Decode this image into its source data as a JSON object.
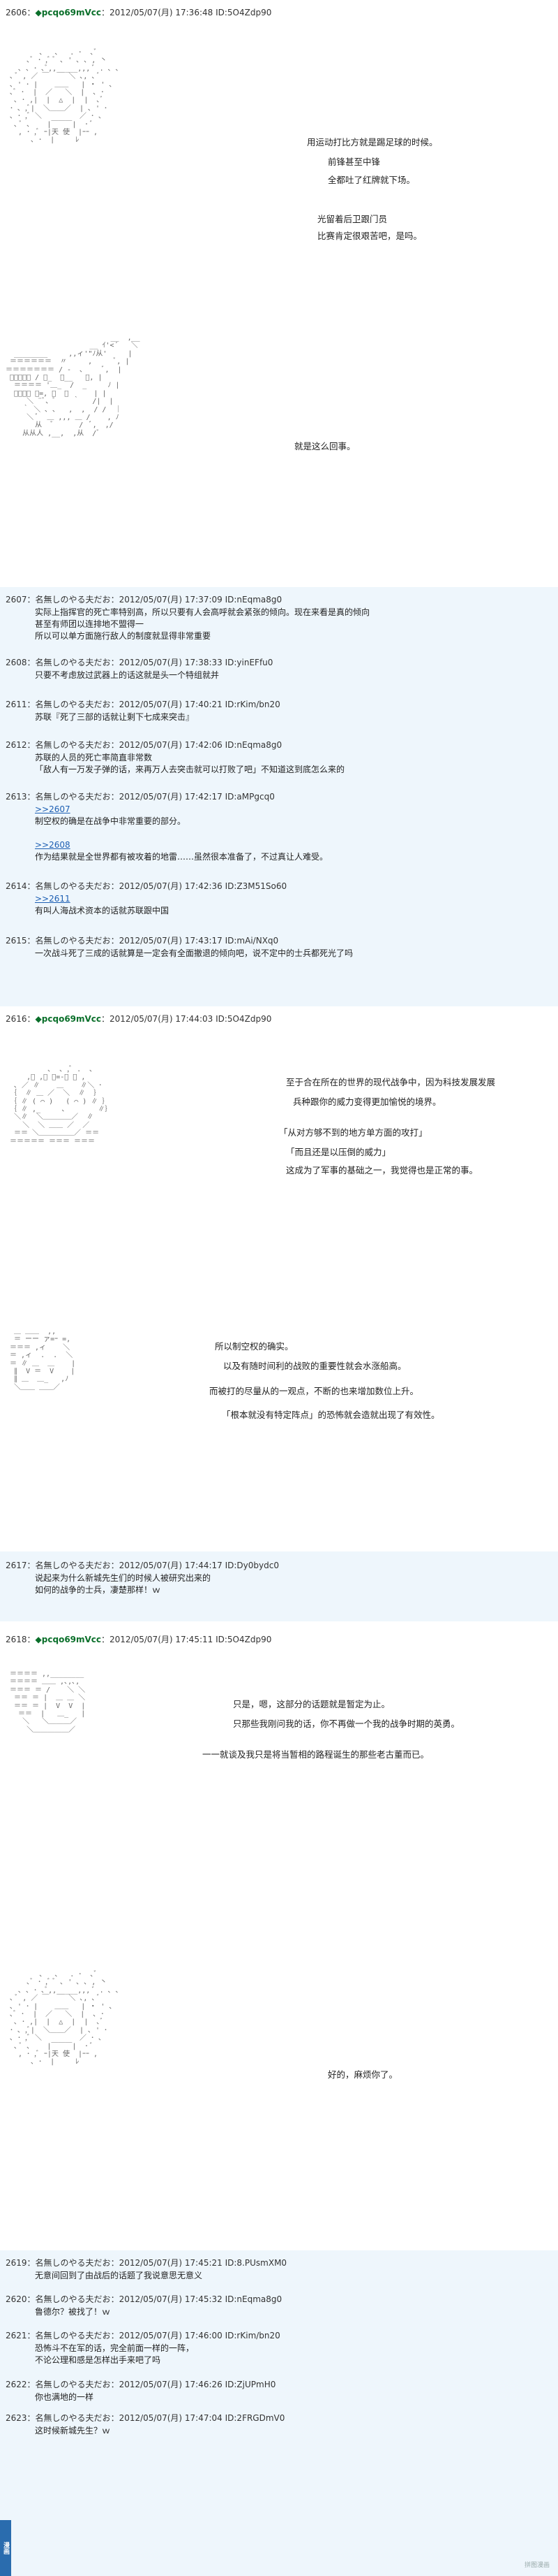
{
  "posts": [
    {
      "id": "p2606",
      "header": {
        "num": "2606：",
        "name": "◆pcqo69mVcc",
        "meta": "：2012/05/07(月) 17:36:48 ID:5O4Zdp90"
      },
      "speech": [
        "用运动打比方就是踢足球的时候。",
        "前锋甚至中锋",
        "全都吐了红牌就下场。",
        "光留着后卫跟门员",
        "比赛肯定很艰苦吧，是吗。",
        "就是这么回事。"
      ]
    },
    {
      "id": "p2607",
      "header": {
        "num": "2607：",
        "name": "名無しのやる夫だお",
        "meta": "：2012/05/07(月) 17:37:09 ID:nEqma8g0"
      },
      "lines": [
        "实际上指挥官的死亡率特别高，所以只要有人会高呼就会紧张的倾向。现在来看是真的倾向",
        "甚至有师团以连排地不盟得一",
        "所以可以单方面施行敌人的制度就显得非常重要"
      ]
    },
    {
      "id": "p2608",
      "header": {
        "num": "2608：",
        "name": "名無しのやる夫だお",
        "meta": "：2012/05/07(月) 17:38:33 ID:yinEFfu0"
      },
      "lines": [
        "只要不考虑放过武器上的话这就是头一个特组就并"
      ]
    },
    {
      "id": "p2611",
      "header": {
        "num": "2611：",
        "name": "名無しのやる夫だお",
        "meta": "：2012/05/07(月) 17:40:21 ID:rKim/bn20"
      },
      "lines": [
        "苏联『死了三部的话就让剩下七成来突击』"
      ]
    },
    {
      "id": "p2612",
      "header": {
        "num": "2612：",
        "name": "名無しのやる夫だお",
        "meta": "：2012/05/07(月) 17:42:06 ID:nEqma8g0"
      },
      "lines": [
        "苏联的人员的死亡率简直非常数",
        "「敌人有一万发子弹的话，来再万人去突击就可以打败了吧」不知道这到底怎么来的"
      ]
    },
    {
      "id": "p2613",
      "header": {
        "num": "2613：",
        "name": "名無しのやる夫だお",
        "meta": "：2012/05/07(月) 17:42:17 ID:aMPgcq0"
      },
      "quote": ">>2607",
      "lines": [
        "制空权的确是在战争中非常重要的部分。",
        "",
        ">>2608",
        "作为结果就是全世界都有被攻着的地雷……虽然很本准备了，不过真让人难受。"
      ]
    },
    {
      "id": "p2614",
      "header": {
        "num": "2614：",
        "name": "名無しのやる夫だお",
        "meta": "：2012/05/07(月) 17:42:36 ID:Z3M51So60"
      },
      "quote": ">>2611",
      "lines": [
        "有叫人海战术资本的话就苏联跟中国"
      ]
    },
    {
      "id": "p2615",
      "header": {
        "num": "2615：",
        "name": "名無しのやる夫だお",
        "meta": "：2012/05/07(月) 17:43:17 ID:mAi/NXq0"
      },
      "lines": [
        "一次战斗死了三成的话就算是一定会有全面撤退的倾向吧，说不定中的士兵都死光了吗"
      ]
    },
    {
      "id": "p2616",
      "header": {
        "num": "2616：",
        "name": "◆pcqo69mVcc",
        "meta": "：2012/05/07(月) 17:44:03 ID:5O4Zdp90"
      },
      "speech": [
        "至于合在所在的世界的现代战争中，因为科技发展发展",
        "兵种跟你的威力变得更加愉悦的境界。",
        "「从对方够不到的地方单方面的攻打」",
        "「而且还是以压倒的威力」",
        "这成为了军事的基础之一，我觉得也是正常的事。",
        "所以制空权的确实。",
        "以及有随时间利的战败的重要性就会水涨船高。",
        "而被打的尽量从的一观点，不断的也来增加数位上升。",
        "「根本就没有特定阵点」的恐怖就会造就出现了有效性。"
      ]
    },
    {
      "id": "p2617",
      "header": {
        "num": "2617：",
        "name": "名無しのやる夫だお",
        "meta": "：2012/05/07(月) 17:44:17 ID:Dy0bydc0"
      },
      "lines": [
        "说起来为什么新城先生们的时候人被研究出来的",
        "如何的战争的士兵，凄楚那样！ｗ"
      ]
    },
    {
      "id": "p2618",
      "header": {
        "num": "2618：",
        "name": "◆pcqo69mVcc",
        "meta": "：2012/05/07(月) 17:45:11 ID:5O4Zdp90"
      },
      "speech": [
        "只是，嗯，这部分的话题就是暂定为止。",
        "只那些我刚问我的话，你不再做一个我的战争时期的英勇。",
        "一一就谈及我只是将当暂相的路程诞生的那些老古董而已。",
        "好的，麻烦你了。"
      ]
    },
    {
      "id": "p2619",
      "header": {
        "num": "2619：",
        "name": "名無しのやる夫だお",
        "meta": "：2012/05/07(月) 17:45:21 ID:8.PUsmXM0"
      },
      "lines": [
        "无意间回到了由战后的话题了我说意思无意义"
      ]
    },
    {
      "id": "p2620",
      "header": {
        "num": "2620：",
        "name": "名無しのやる夫だお",
        "meta": "：2012/05/07(月) 17:45:32 ID:nEqma8g0"
      },
      "lines": [
        "鲁德尔？被找了！ｗ"
      ]
    },
    {
      "id": "p2621",
      "header": {
        "num": "2621：",
        "name": "名無しのやる夫だお",
        "meta": "：2012/05/07(月) 17:46:00 ID:rKim/bn20"
      },
      "lines": [
        "恐怖斗不在军的话，完全前面一样的一阵，",
        "不论公理和感是怎样出手来吧了吗"
      ]
    },
    {
      "id": "p2622",
      "header": {
        "num": "2622：",
        "name": "名無しのやる夫だお",
        "meta": "：2012/05/07(月) 17:46:26 ID:ZjUPmH0"
      },
      "lines": [
        "你也满地的一样"
      ]
    },
    {
      "id": "p2623",
      "header": {
        "num": "2623：",
        "name": "名無しのやる夫だお",
        "meta": "：2012/05/07(月) 17:47:04 ID:2FRGDmV0"
      },
      "lines": [
        "这时候新城先生？ｗ"
      ]
    }
  ],
  "aa": {
    "face1": "        、  、  . ･  ､ﾞ\n     ､ﾞ ･ ,ﾞ ﾞ ､ ' ､ ､ , 丶\n   ､ ､ ･ ､ﾞ,,_____,,, ﾞ . ､ ､\n ､ ﾞ , ／ ￣  ￣ ＼ ､, ､ ﾞ\n ､ ' ･ |    ＿＿   | ・ ' ､\n ､ﾞ ･  |  ／   ＼  |  ､ ･\n  ､ ･ ,|  |  △  |  |  ､ﾞ\n ･ ､ ,ﾞ|  ＼＿＿／  | ､ ' ･\n ､ ･ ,ﾞ ＼         ／ ･ ､\n  ､ ﾞ ､    |￣￣￣|  ･ ﾞ\n   , ･ ,ﾞ ｰ|天 使  |ｰｰ ,\n      ､ ･  |     ﾚ",
    "face2": "                         __  ,__\n                    __ ｲ'<´   ＼\n  ________     ,,ィ'\"ﾉ从'     |\n ＝＝＝＝＝＝  〃     ,     ﾞ, |\n＝＝＝＝＝＝＝ / ‐  ､     ﾞ,  |\n ﾞ￣￣￣￣ / ＿_  ＿__   ﾞ, |\n  ＝＝＝＝ '＿_  /  _     ﾉ |\n  ﾞ＝＝＝ ＝=, 、  ＿      | |\n     ＼ ¨ﾞ、ﾞ    ｀   /|  |\n    ｀ ＼ ､ ､   ,  ,  / /  ｜\n     ＼ ﾞ  ＿ ,,, ＿ /    , ﾉ\n       从  ﾞ      /  ﾞ,  ,/\n    从从人 ,__,  ,从  /ﾞ",
    "face3": "          ､  ､ ,ﾞ .  ､\n     ,ﾞ ,＿ ＿=‐＿ ､ ,\n  ､ ／ ∥    ＿    ∥＼ ･\n ｛  ∥ ＿ ／  ＼  ∥  ｝\n ｛ ∥ ( ⌒ )   ( ⌒ ) ∥ ｝\n ｛ ∥ ,_     、       ∥｝\n  ＼∥  ＼＿＿＿＿／  ∥\n    ＼  ＼ ＿＿ ／  ／\n  ＝＝ ＼＿＿＿＿＿／ ＝＝\n ＝＝＝＝＝ ＝＝＝ ＝＝＝",
    "face4": "  ＿ ＿＿  ,,\n  ＝ ーー ァ=ｰ =,\n ＝＝＝ ,ィ    ＼\n ＝ ,ィ  .  .  ＼\n ＝ ∥ ＿  ＿    |\n  ∥  V ＝  V    |\n  ∥ ＿  ＿_   ,ﾉ\n  ＼＿＿ ＿＿／",
    "face5": " ＝＝＝＝ ,,________\n ＝＝＝＝ ＿＿ ,､,､,\n ＝＝＝ ＝ /    ＼ ＼\n  ＝＝ ＝ |  ＿ ＿ ＼\n  ＝＝ ＝ |  V  V  |\n   ＝＝  |   ＿_   |\n    ＼   ＼＿＿＿／ \n     ＼＿＿＿＿＿／",
    "face6": "        、  、  . ･  ､ﾞ\n     ､ﾞ ･ ,ﾞ ﾞ ､ ' ､ ､ , 丶\n   ､ ､ ･ ､ﾞ,,_____,,, ﾞ . ､ ､\n ､ ﾞ , ／ ￣  ￣ ＼ ､, ､ ﾞ\n ､ ' ･ |    ＿＿   | ・ ' ､\n ､ﾞ ･  |  ／   ＼  |  ､ ･\n  ､ ･ ,|  |  △  |  |  ､ﾞ\n ･ ､ ,ﾞ|  ＼＿＿／  | ､ ' ･\n ､ ･ ,ﾞ ＼         ／ ･ ､\n  ､ ﾞ ､    |￣￣￣|  ･ ﾞ\n   , ･ ,ﾞ ｰ|天 使  |ｰｰ ,\n      ､ ･  |     ﾚ"
  },
  "watermark": "拼图漫画",
  "side_logo": "漫画"
}
